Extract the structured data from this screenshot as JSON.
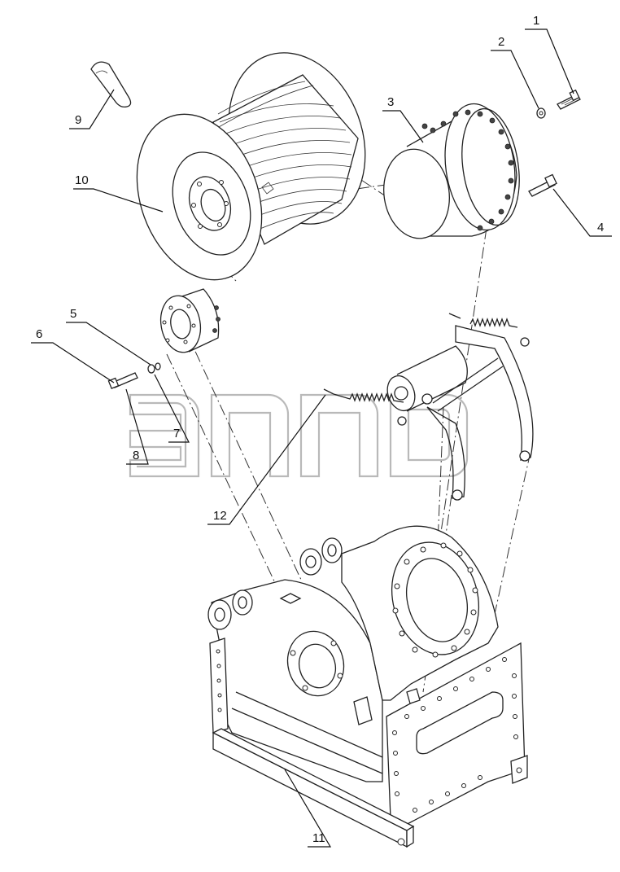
{
  "callouts": [
    {
      "id": "c1",
      "label": "1"
    },
    {
      "id": "c2",
      "label": "2"
    },
    {
      "id": "c3",
      "label": "3"
    },
    {
      "id": "c4",
      "label": "4"
    },
    {
      "id": "c5",
      "label": "5"
    },
    {
      "id": "c6",
      "label": "6"
    },
    {
      "id": "c7",
      "label": "7"
    },
    {
      "id": "c8",
      "label": "8"
    },
    {
      "id": "c9",
      "label": "9"
    },
    {
      "id": "c10",
      "label": "10"
    },
    {
      "id": "c11",
      "label": "11"
    },
    {
      "id": "c12",
      "label": "12"
    }
  ],
  "watermark": {
    "text": "™"
  }
}
